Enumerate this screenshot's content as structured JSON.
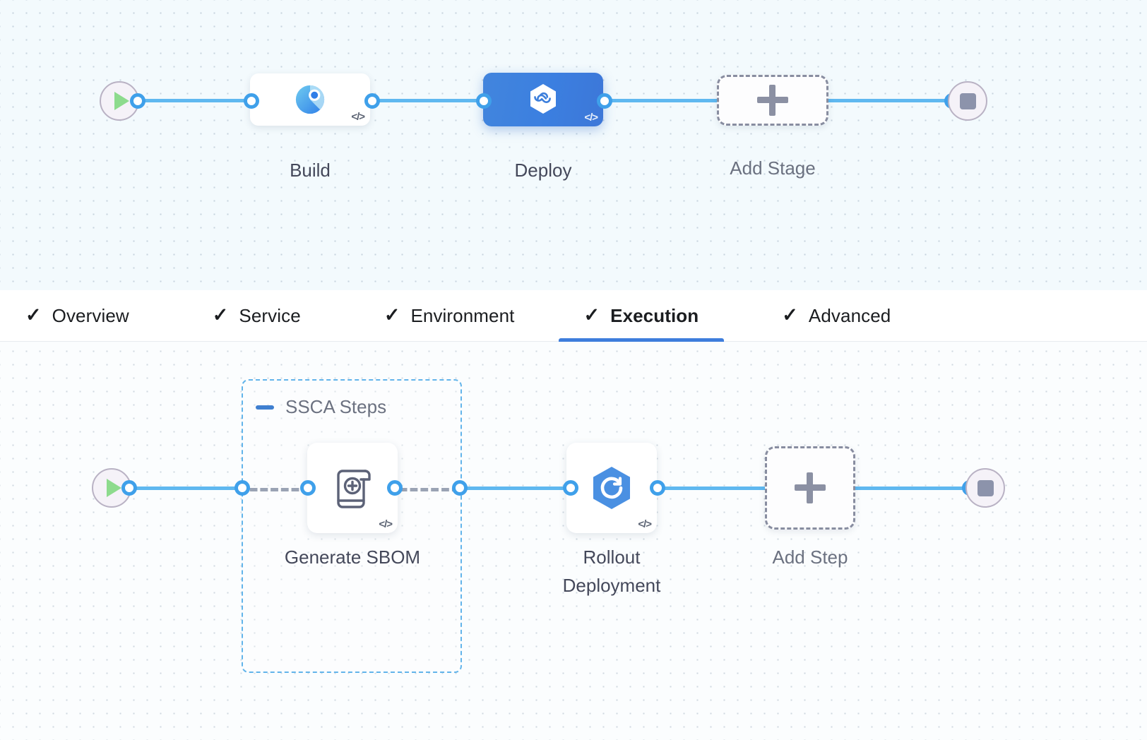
{
  "stage_pane": {
    "start_node": {
      "icon": "play-icon"
    },
    "end_node": {
      "icon": "stop-icon"
    },
    "stages": [
      {
        "label": "Build",
        "icon": "ci-build-icon",
        "selected": false,
        "code_badge": "</>"
      },
      {
        "label": "Deploy",
        "icon": "cd-hexagon-infinity-icon",
        "selected": true,
        "code_badge": "</>"
      }
    ],
    "add_stage": {
      "label": "Add Stage",
      "icon": "plus-icon"
    }
  },
  "tabs": [
    {
      "label": "Overview",
      "check": "✓",
      "active": false
    },
    {
      "label": "Service",
      "check": "✓",
      "active": false
    },
    {
      "label": "Environment",
      "check": "✓",
      "active": false
    },
    {
      "label": "Execution",
      "check": "✓",
      "active": true
    },
    {
      "label": "Advanced",
      "check": "✓",
      "active": false
    }
  ],
  "execution_pane": {
    "start_node": {
      "icon": "play-icon"
    },
    "end_node": {
      "icon": "stop-icon"
    },
    "group": {
      "title": "SSCA Steps",
      "collapse_icon": "minus-icon"
    },
    "steps": [
      {
        "label": "Generate SBOM",
        "icon": "sbom-scroll-plus-icon",
        "code_badge": "</>"
      },
      {
        "label": "Rollout\nDeployment",
        "icon": "rollout-hexagon-arrow-icon",
        "code_badge": "</>"
      }
    ],
    "add_step": {
      "label": "Add Step",
      "icon": "plus-icon"
    }
  },
  "colors": {
    "edge": "#5fb8f0",
    "port_stroke": "#3fa0ea",
    "selected_stage": "#3d7fdc",
    "group_border": "#62b4ea",
    "dashed_edge": "#9aa3b4",
    "tab_active_underline": "#3e7ddc",
    "play_green": "#8ddb8d",
    "stop_gray": "#8c93ab"
  }
}
